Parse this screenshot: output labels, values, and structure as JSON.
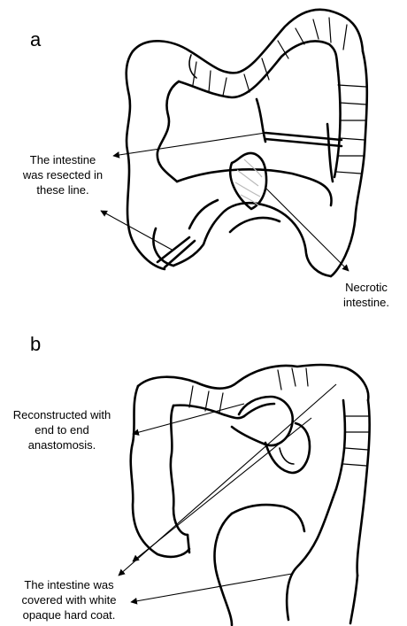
{
  "figure": {
    "panel_a": {
      "label": "a",
      "notes": [
        {
          "id": "resection-lines",
          "lines": [
            "The intestine",
            "was resected in",
            "these line."
          ]
        },
        {
          "id": "necrotic",
          "lines": [
            "Necrotic",
            "intestine."
          ]
        }
      ]
    },
    "panel_b": {
      "label": "b",
      "notes": [
        {
          "id": "anastomosis",
          "lines": [
            "Reconstructed with",
            "end to end",
            "anastomosis."
          ]
        },
        {
          "id": "coat",
          "lines": [
            "The intestine was",
            "covered with white",
            "opaque hard coat."
          ]
        }
      ]
    }
  }
}
